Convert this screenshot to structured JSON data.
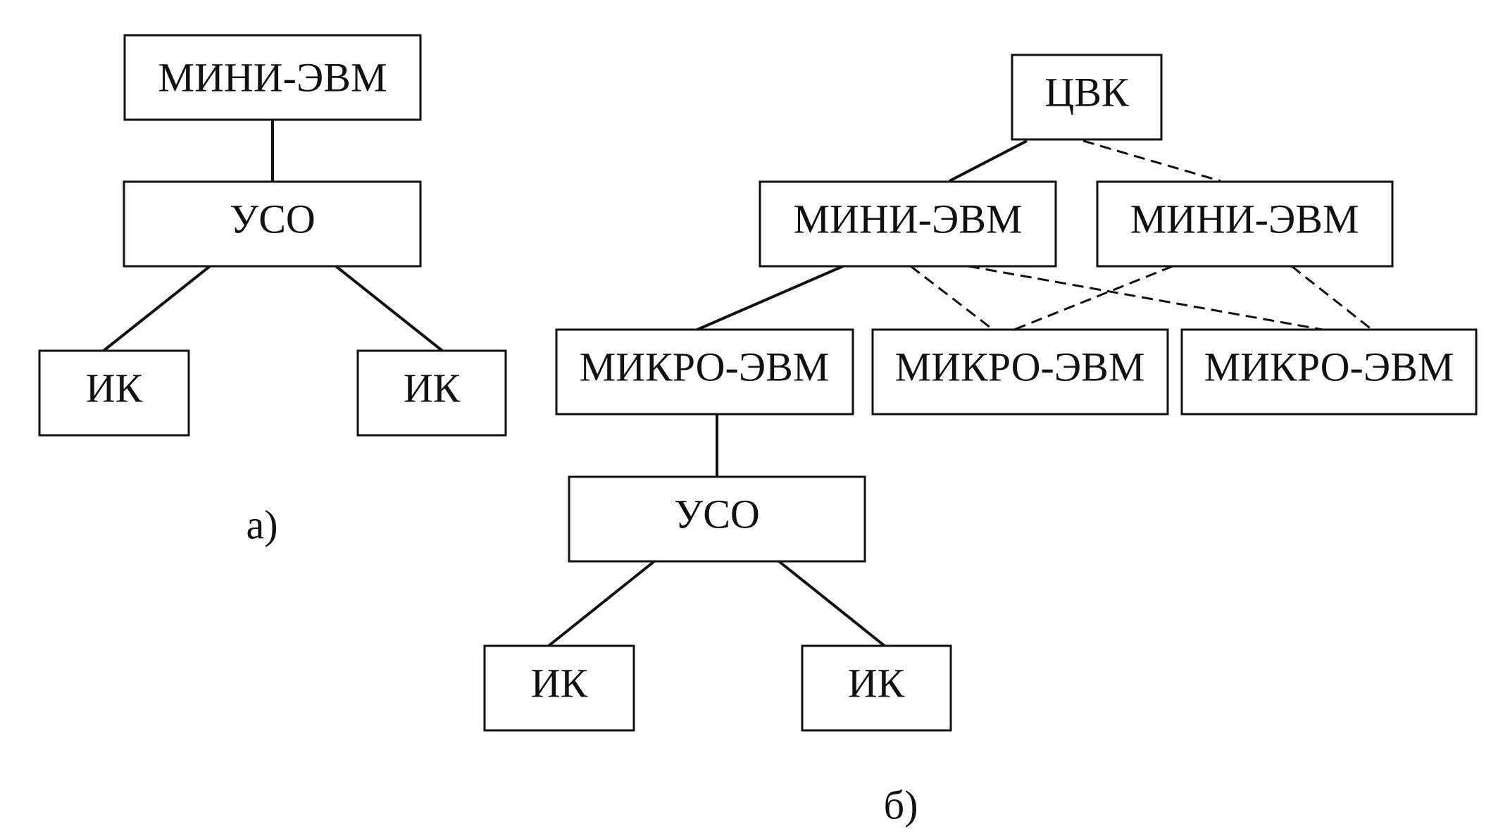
{
  "diagrams": {
    "a": {
      "caption": "а)",
      "nodes": {
        "mini": "МИНИ-ЭВМ",
        "uso": "УСО",
        "ik_left": "ИК",
        "ik_right": "ИК"
      }
    },
    "b": {
      "caption": "б)",
      "nodes": {
        "cvk": "ЦВК",
        "mini_1": "МИНИ-ЭВМ",
        "mini_2": "МИНИ-ЭВМ",
        "micro_1": "МИКРО-ЭВМ",
        "micro_2": "МИКРО-ЭВМ",
        "micro_3": "МИКРО-ЭВМ",
        "uso": "УСО",
        "ik_left": "ИК",
        "ik_right": "ИК"
      }
    }
  }
}
